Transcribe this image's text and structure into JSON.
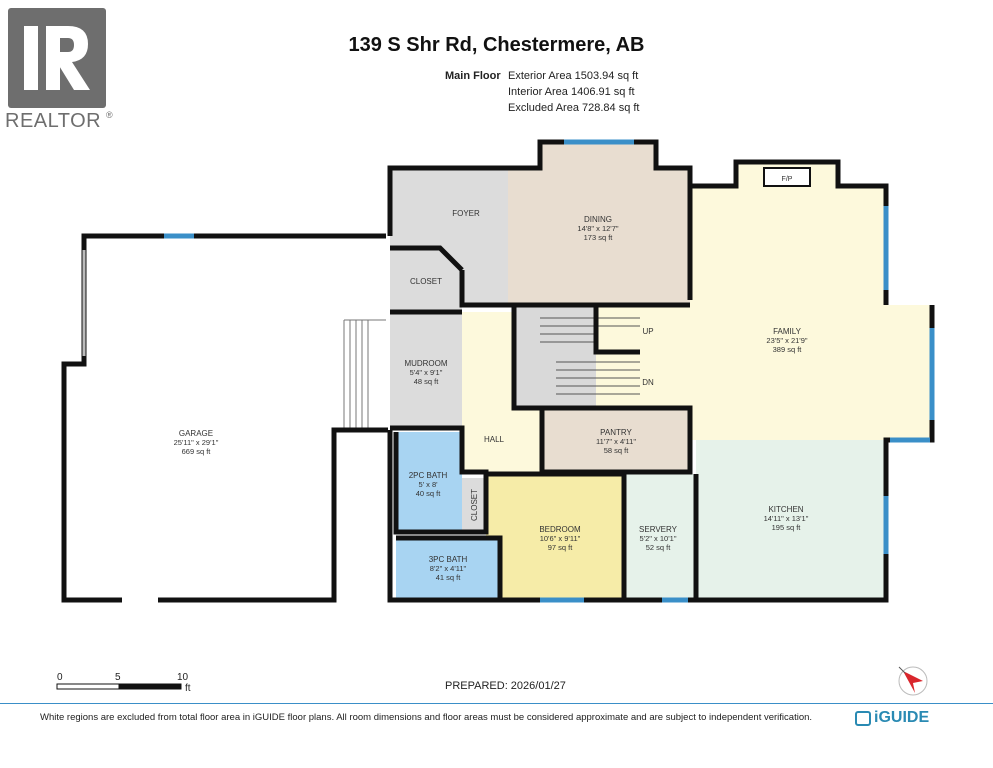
{
  "header": {
    "title": "139 S Shr Rd, Chestermere, AB",
    "floor_label": "Main Floor",
    "exterior_area": "Exterior Area 1503.94 sq ft",
    "interior_area": "Interior Area 1406.91 sq ft",
    "excluded_area": "Excluded Area 728.84 sq ft"
  },
  "logo": {
    "text": "REALTOR"
  },
  "rooms": {
    "foyer": {
      "name": "FOYER"
    },
    "dining": {
      "name": "DINING",
      "dims": "14'8\" x 12'7\"",
      "area": "173 sq ft"
    },
    "family": {
      "name": "FAMILY",
      "dims": "23'5\" x 21'9\"",
      "area": "389 sq ft"
    },
    "fp": {
      "name": "F/P"
    },
    "closet_top": {
      "name": "CLOSET"
    },
    "mudroom": {
      "name": "MUDROOM",
      "dims": "5'4\" x 9'1\"",
      "area": "48 sq ft"
    },
    "garage": {
      "name": "GARAGE",
      "dims": "25'11\" x 29'1\"",
      "area": "669 sq ft"
    },
    "hall": {
      "name": "HALL"
    },
    "up": {
      "name": "UP"
    },
    "dn": {
      "name": "DN"
    },
    "pantry": {
      "name": "PANTRY",
      "dims": "11'7\" x 4'11\"",
      "area": "58 sq ft"
    },
    "bath2": {
      "name": "2PC BATH",
      "dims": "5' x 8'",
      "area": "40 sq ft"
    },
    "closet_side": {
      "name": "CLOSET"
    },
    "bedroom": {
      "name": "BEDROOM",
      "dims": "10'6\" x 9'11\"",
      "area": "97 sq ft"
    },
    "servery": {
      "name": "SERVERY",
      "dims": "5'2\" x 10'1\"",
      "area": "52 sq ft"
    },
    "kitchen": {
      "name": "KITCHEN",
      "dims": "14'11\" x 13'1\"",
      "area": "195 sq ft"
    },
    "bath3": {
      "name": "3PC BATH",
      "dims": "8'2\" x 4'11\"",
      "area": "41 sq ft"
    }
  },
  "scale": {
    "t0": "0",
    "t5": "5",
    "t10": "10",
    "unit": "ft"
  },
  "footer": {
    "prepared": "PREPARED: 2026/01/27",
    "disclaimer": "White regions are excluded from total floor area in iGUIDE floor plans. All room dimensions and floor areas must be considered approximate and are subject to independent verification.",
    "brand": "iGUIDE"
  },
  "colors": {
    "wall": "#111111",
    "window": "#3a8fc8",
    "foyer": "#dcdcdc",
    "dining": "#e8ddd0",
    "family": "#fdf9dc",
    "mudroom": "#dcdcdc",
    "pantry": "#e8ddd0",
    "bath": "#a8d4f2",
    "bedroom": "#f6eca8",
    "kitchen": "#e6f2ea",
    "stairs": "#d9d9d9",
    "hall": "#fdf9dc"
  }
}
